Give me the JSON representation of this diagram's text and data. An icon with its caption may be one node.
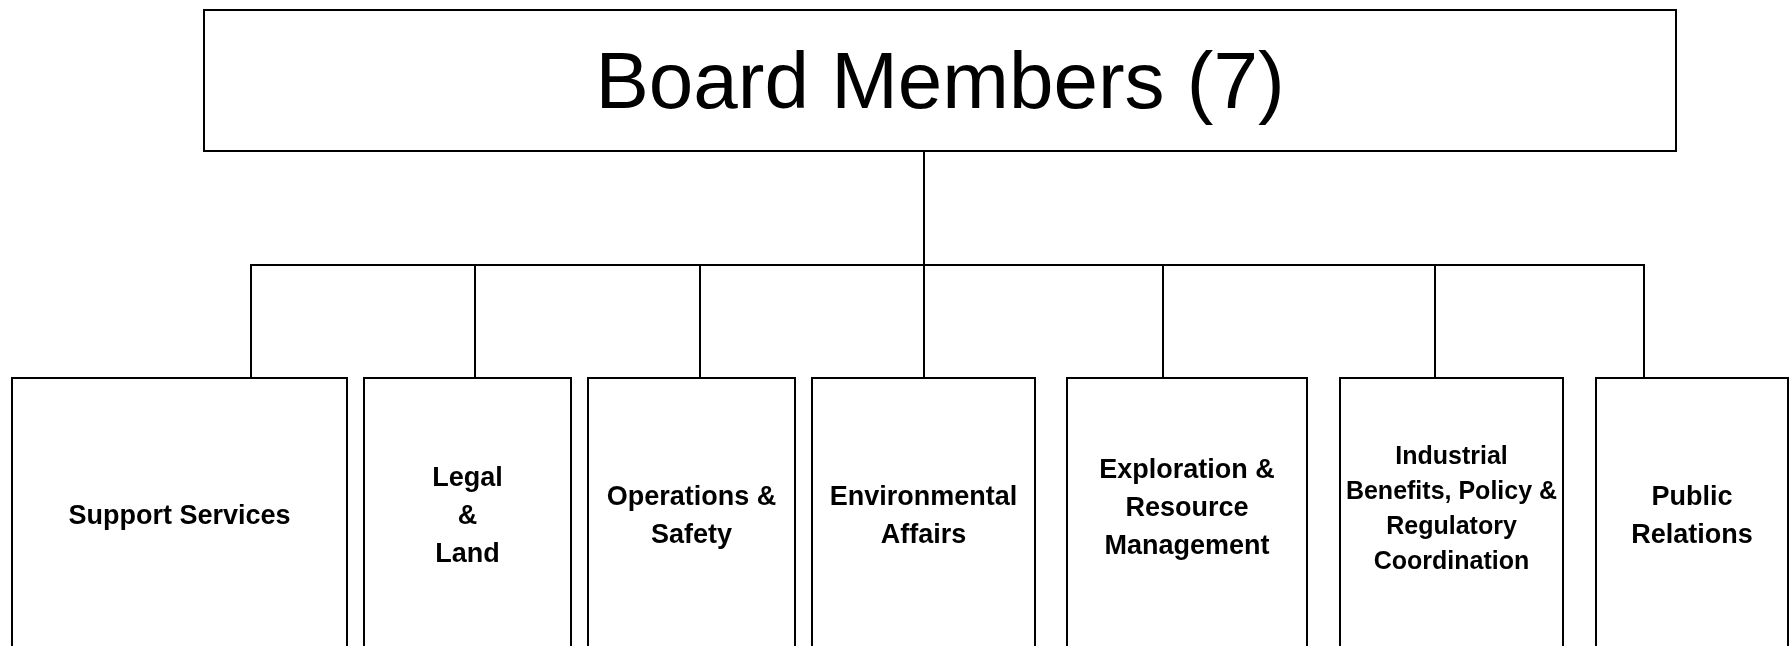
{
  "diagram": {
    "nodes": [
      {
        "text": [
          "Board Members (7)"
        ]
      },
      {
        "text": [
          "Support Services"
        ]
      },
      {
        "text": [
          "Legal & Land"
        ]
      },
      {
        "text": [
          "Operations & Safety"
        ]
      },
      {
        "text": [
          "Environmental Affairs"
        ]
      },
      {
        "text": [
          "Exploration & Resource Management"
        ]
      },
      {
        "text": [
          "Industrial Benefits, Policy & Regulatory Coordination"
        ]
      },
      {
        "text": [
          "Public Relations"
        ]
      }
    ],
    "edges": [
      {
        "from": 0,
        "to": 1,
        "arrow": "none"
      },
      {
        "from": 0,
        "to": 2,
        "arrow": "none"
      },
      {
        "from": 0,
        "to": 3,
        "arrow": "none"
      },
      {
        "from": 0,
        "to": 4,
        "arrow": "none"
      },
      {
        "from": 0,
        "to": 5,
        "arrow": "none"
      },
      {
        "from": 0,
        "to": 6,
        "arrow": "none"
      },
      {
        "from": 0,
        "to": 7,
        "arrow": "none"
      }
    ]
  }
}
